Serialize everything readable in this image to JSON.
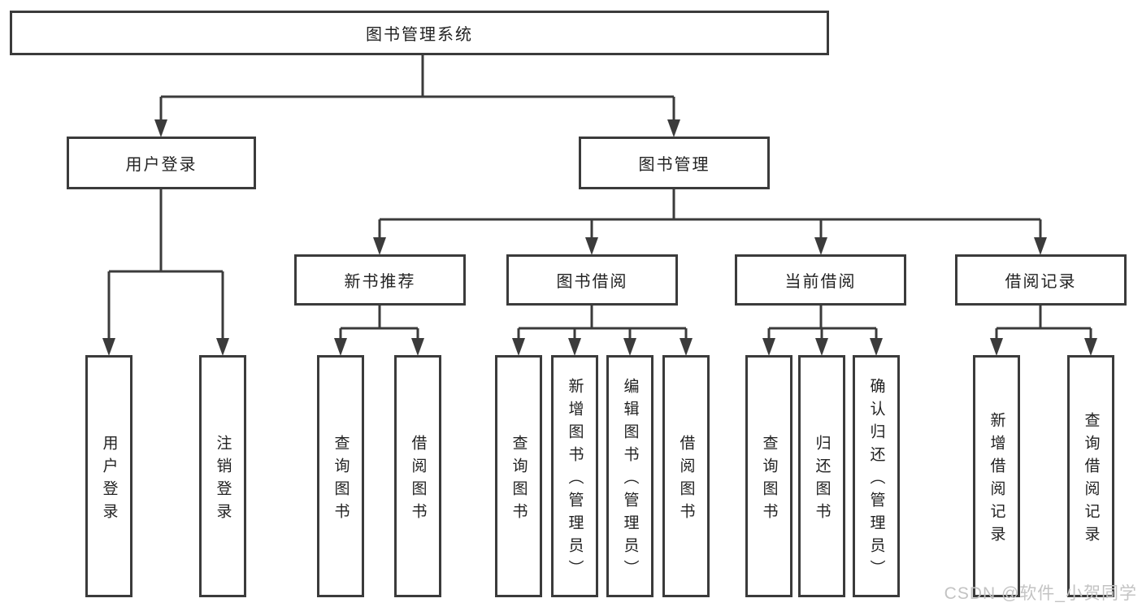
{
  "diagram": {
    "root": {
      "label": "图书管理系统"
    },
    "branches": [
      {
        "label": "用户登录",
        "children": [
          {
            "label": "用户登录"
          },
          {
            "label": "注销登录"
          }
        ]
      },
      {
        "label": "图书管理",
        "sections": [
          {
            "label": "新书推荐",
            "children": [
              {
                "label": "查询图书"
              },
              {
                "label": "借阅图书"
              }
            ]
          },
          {
            "label": "图书借阅",
            "children": [
              {
                "label": "查询图书"
              },
              {
                "label": "新增图书（管理员）"
              },
              {
                "label": "编辑图书（管理员）"
              },
              {
                "label": "借阅图书"
              }
            ]
          },
          {
            "label": "当前借阅",
            "children": [
              {
                "label": "查询图书"
              },
              {
                "label": "归还图书"
              },
              {
                "label": "确认归还（管理员）"
              }
            ]
          },
          {
            "label": "借阅记录",
            "children": [
              {
                "label": "新增借阅记录"
              },
              {
                "label": "查询借阅记录"
              }
            ]
          }
        ]
      }
    ],
    "watermark": "CSDN @软件_小贺同学",
    "colors": {
      "line": "#3b3b3b",
      "text": "#222222",
      "watermark": "#c3c3c3",
      "background": "#ffffff",
      "box_fill": "#ffffff"
    }
  }
}
